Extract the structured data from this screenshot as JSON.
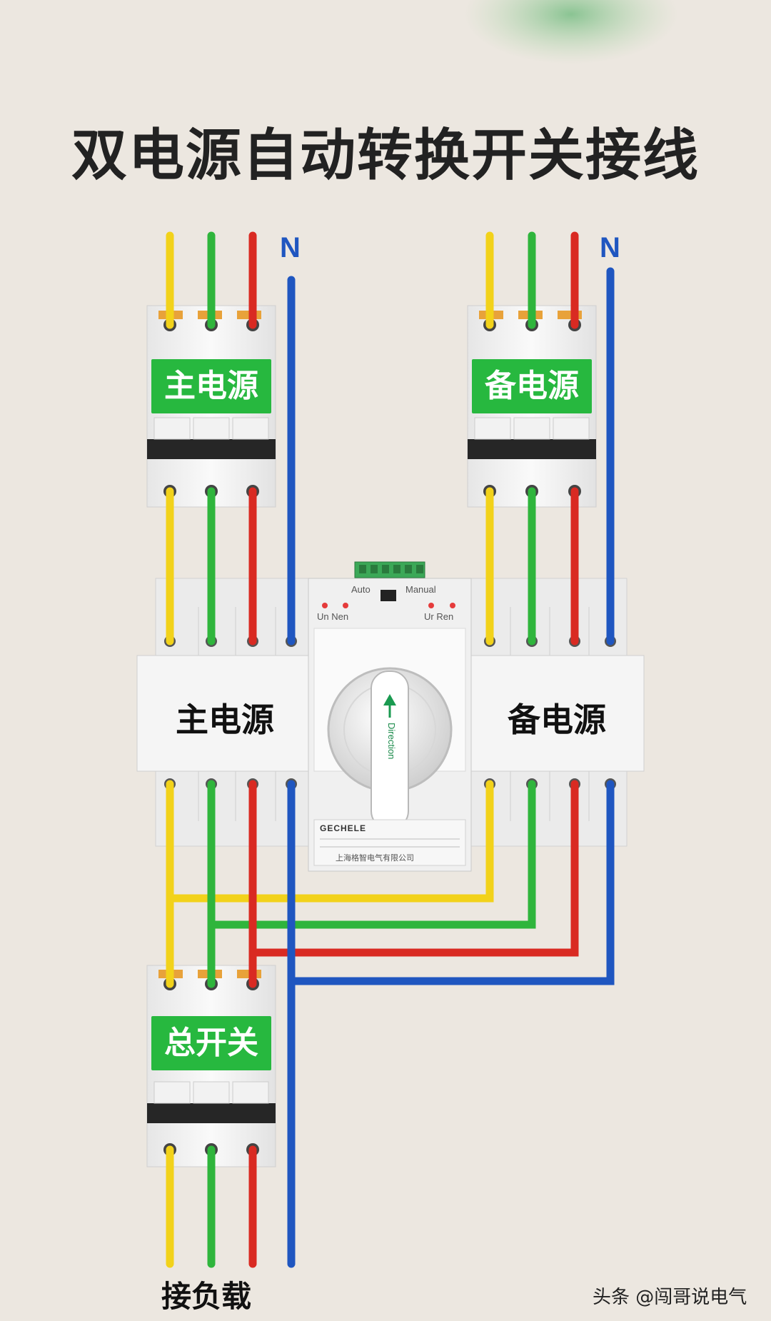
{
  "title": "双电源自动转换开关接线",
  "neutral_label": "N",
  "breakers": {
    "main": "主电源",
    "backup": "备电源",
    "total": "总开关"
  },
  "ats": {
    "main_label": "主电源",
    "backup_label": "备电源",
    "mode_labels": {
      "auto": "Auto",
      "manual": "Manual"
    },
    "indicator_left": "Un  Nen",
    "indicator_right": "Ur  Ren",
    "handle_text": "Direction",
    "brand": "GECHELE",
    "manufacturer": "上海格智电气有限公司"
  },
  "load_label": "接负载",
  "watermark": "头条 @闯哥说电气",
  "colors": {
    "phase_a": "#f2d21a",
    "phase_b": "#2fb53c",
    "phase_c": "#d92a22",
    "neutral": "#1f56c0",
    "label_green": "#27b83f"
  }
}
